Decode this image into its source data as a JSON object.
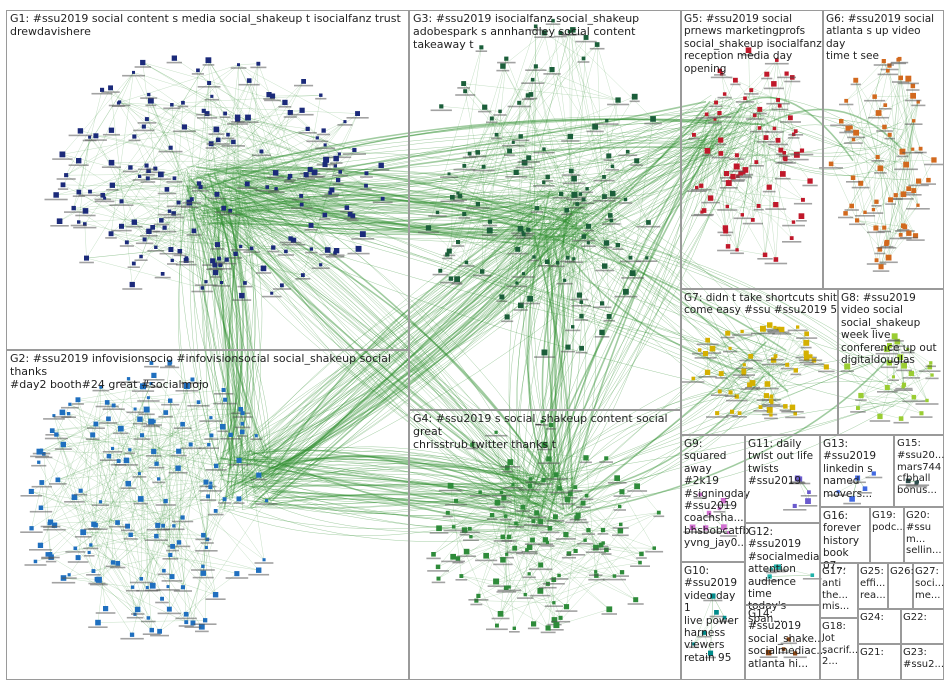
{
  "groups": [
    {
      "id": "G1",
      "label": "G1: #ssu2019 social content s media social_shakeup t isocialfanz trust\ndrewdavishere",
      "color": "#1b2a7a"
    },
    {
      "id": "G2",
      "label": "G2: #ssu2019 infovisionsocio #infovisionsocial social_shakeup social thanks\n#day2 booth#24 great #socialmojo",
      "color": "#1f6fbf"
    },
    {
      "id": "G3",
      "label": "G3: #ssu2019 isocialfanz social_shakeup\nadobespark s annhandley social content takeaway t",
      "color": "#1b5e3a"
    },
    {
      "id": "G4",
      "label": "G4: #ssu2019 s social_shakeup content social great\nchrisstrub twitter thanks t",
      "color": "#2e8b3a"
    },
    {
      "id": "G5",
      "label": "G5: #ssu2019 social\nprnews marketingprofs\nsocial_shakeup isocialfanz\nreception media day\nopening",
      "color": "#c0182a"
    },
    {
      "id": "G6",
      "label": "G6: #ssu2019 social\natlanta s up video day\ntime t see",
      "color": "#d2691e"
    },
    {
      "id": "G7",
      "label": "G7: didn t take shortcuts shit\ncome easy #ssu #ssu2019 5",
      "color": "#d4b000"
    },
    {
      "id": "G8",
      "label": "G8: #ssu2019\nvideo social\nsocial_shakeup\nweek live\nconference up out\ndigitaldouglas",
      "color": "#9acd32"
    },
    {
      "id": "G9",
      "label": "G9:\nsquared\naway #2k19\n#signingday\n#ssu2019\ncoachsha...\nbhsbobcatfb\nyvng_jay0...",
      "color": "#d070d0"
    },
    {
      "id": "G10",
      "label": "G10:\n#ssu2019\nvideo day 1\nlive power\nharness\nviewers\nretain 95",
      "color": "#008b8b"
    },
    {
      "id": "G11",
      "label": "G11: daily\ntwist out life\ntwists\n#ssu2019",
      "color": "#6a5acd"
    },
    {
      "id": "G12",
      "label": "G12:\n#ssu2019\n#socialmedia\nattention\naudience time\ntoday's span...",
      "color": "#20b2aa"
    },
    {
      "id": "G13",
      "label": "G13:\n#ssu2019\nlinkedin s\nnamed\nmovers...",
      "color": "#4169e1"
    },
    {
      "id": "G14",
      "label": "G14:\n#ssu2019\nsocial_shake...\nsocialmediac...\natlanta hi...",
      "color": "#8b4513"
    },
    {
      "id": "G15",
      "label": "G15:\n#ssu20...\nmars744\ncfbhall\nbonus...",
      "color": "#2f4f4f"
    },
    {
      "id": "G16",
      "label": "G16:\nforever\nhistory\nbook 07...",
      "color": "#b8860b"
    },
    {
      "id": "G17",
      "label": "G17:\nanti\nthe...\nmis...",
      "color": "#c71585"
    },
    {
      "id": "G18",
      "label": "G18:\nlot\nsacrif...\n2...",
      "color": "#556b2f"
    },
    {
      "id": "G19",
      "label": "G19:\npodc...\n",
      "color": "#daa520"
    },
    {
      "id": "G20",
      "label": "G20:\n#ssu\nm...\nsellin...",
      "color": "#483d8b"
    },
    {
      "id": "G21",
      "label": "G21:",
      "color": "#708090"
    },
    {
      "id": "G22",
      "label": "G22:",
      "color": "#5f9ea0"
    },
    {
      "id": "G23",
      "label": "G23:\n#ssu2...",
      "color": "#4682b4"
    },
    {
      "id": "G24",
      "label": "G24:",
      "color": "#2e8b57"
    },
    {
      "id": "G25",
      "label": "G25:\neffi...\nrea...",
      "color": "#8fbc8f"
    },
    {
      "id": "G26",
      "label": "G26:",
      "color": "#4682b4"
    },
    {
      "id": "G27",
      "label": "G27:\nsoci...\nme...",
      "color": "#a0522d"
    }
  ],
  "edge_color": "#2f8f2f",
  "background": "#ffffff",
  "border_color": "#9a9a9a"
}
